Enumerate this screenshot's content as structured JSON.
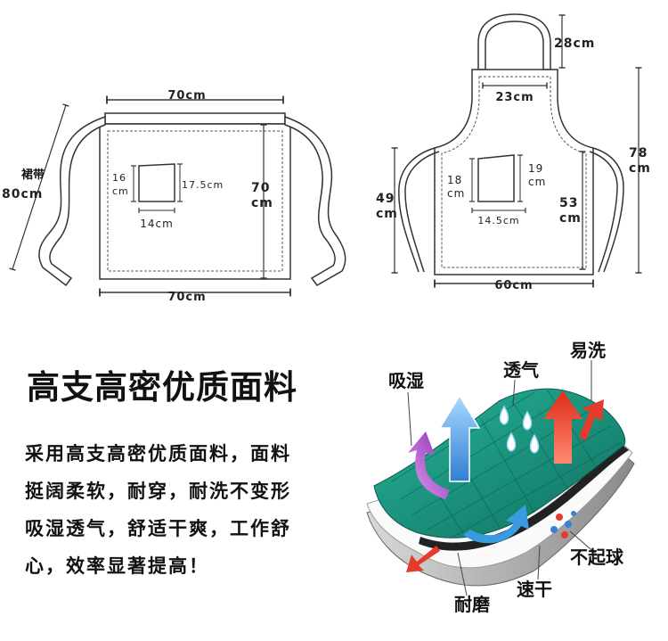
{
  "waist_apron": {
    "top_width": "70cm",
    "strap_label": "裙带",
    "strap_length": "80cm",
    "height": "70",
    "height_unit": "cm",
    "pocket_height": "16\ncm",
    "pocket_height_a": "16",
    "pocket_height_b": "cm",
    "pocket_right": "17.5cm",
    "pocket_width": "14cm",
    "bottom_width": "70cm"
  },
  "bib_apron": {
    "neck": "28cm",
    "neck_width": "23cm",
    "total_height_a": "78",
    "total_height_b": "cm",
    "side_height_a": "49",
    "side_height_b": "cm",
    "pocket_left_a": "18",
    "pocket_left_b": "cm",
    "pocket_right_a": "19",
    "pocket_right_b": "cm",
    "body_height_a": "53",
    "body_height_b": "cm",
    "pocket_width": "14.5cm",
    "bottom_width": "60cm"
  },
  "fabric": {
    "headline": "高支高密优质面料",
    "paragraph": [
      "采用高支高密优质面料，面料",
      "挺阔柔软，耐穿，耐洗不变形",
      "吸湿透气，舒适干爽，工作舒",
      "心，效率显著提高！"
    ],
    "features": {
      "absorb": "吸湿",
      "breathable": "透气",
      "easy_wash": "易洗",
      "no_pilling": "不起球",
      "quick_dry": "速干",
      "wear_resistant": "耐磨"
    }
  },
  "colors": {
    "line": "#333333",
    "fabric_top": "#1a9a82",
    "arrow_blue": "#4aa8e8",
    "arrow_red": "#e63a2a",
    "arrow_purple": "#a040c0"
  }
}
